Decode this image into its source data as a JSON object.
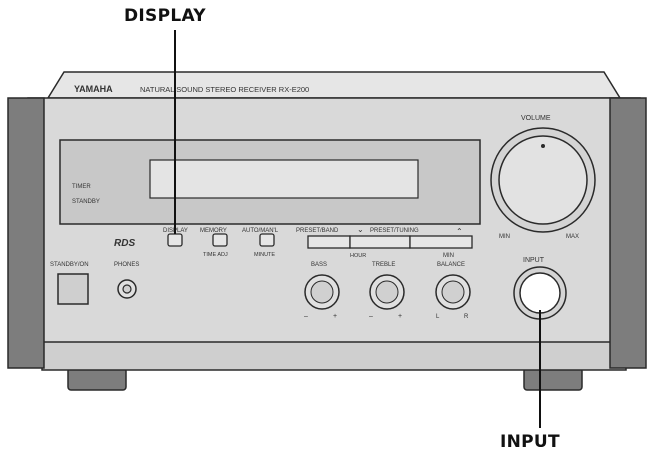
{
  "callouts": {
    "display": "DISPLAY",
    "input": "INPUT"
  },
  "receiver": {
    "brand": "YAMAHA",
    "model_line": "NATURAL SOUND STEREO RECEIVER RX-E200",
    "volume_label": "VOLUME",
    "volume_min": "MIN",
    "volume_max": "MAX",
    "timer_label": "TIMER",
    "standby_label": "STANDBY",
    "rds_logo": "RDS",
    "display_button": "DISPLAY",
    "memory_button": "MEMORY",
    "memory_sub": "TIME ADJ",
    "auto_man_button": "AUTO/MAN'L",
    "auto_man_sub": "MINUTE",
    "preset_band": "PRESET/BAND",
    "preset_tuning": "PRESET/TUNING",
    "hour_label": "HOUR",
    "standby_on_button": "STANDBY/ON",
    "phones_label": "PHONES",
    "bass_label": "BASS",
    "treble_label": "TREBLE",
    "balance_label_1": "MIN",
    "balance_label_2": "BALANCE",
    "balance_left": "L",
    "balance_right": "R",
    "minus": "–",
    "plus": "+",
    "input_label": "INPUT"
  },
  "colors": {
    "body": "#d9d9d9",
    "side_panel": "#7d7d7d",
    "outline": "#2a2a2a",
    "window": "#cfcfcf"
  }
}
